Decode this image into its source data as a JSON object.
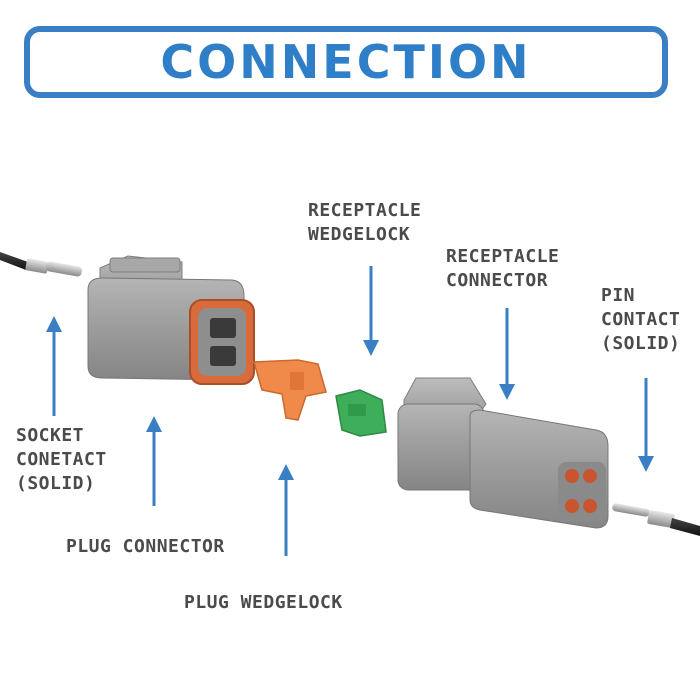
{
  "title": "CONNECTION",
  "labels": {
    "receptacle_wedgelock": [
      "RECEPTACLE",
      "WEDGELOCK"
    ],
    "receptacle_connector": [
      "RECEPTACLE",
      "CONNECTOR"
    ],
    "pin_contact": [
      "PIN",
      "CONTACT",
      "(SOLID)"
    ],
    "socket_contact": [
      "SOCKET",
      "CONETACT",
      "(SOLID)"
    ],
    "plug_connector": "PLUG CONNECTOR",
    "plug_wedgelock": "PLUG WEDGELOCK"
  },
  "colors": {
    "accent_blue": "#3a7fc4",
    "connector_gray": "#9a9a9a",
    "seal_orange": "#e0703a",
    "wedge_orange": "#f08a4b",
    "wedge_green": "#3fae5a",
    "label_text": "#4b4b4b"
  }
}
